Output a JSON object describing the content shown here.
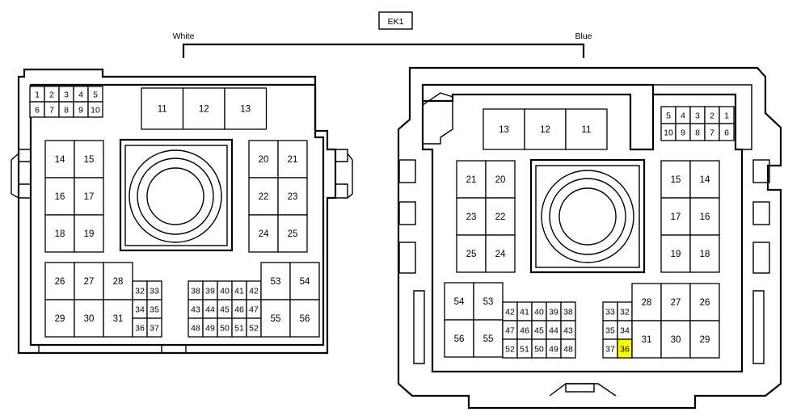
{
  "header": {
    "title": "EK1",
    "left_label": "White",
    "right_label": "Blue"
  },
  "colors": {
    "highlight": "#ffff00",
    "outline": "#000000",
    "background": "#ffffff"
  },
  "white_connector": {
    "top_small": [
      "1",
      "2",
      "3",
      "4",
      "5",
      "6",
      "7",
      "8",
      "9",
      "10"
    ],
    "top_large": [
      "11",
      "12",
      "13"
    ],
    "left_block": [
      "14",
      "15",
      "16",
      "17",
      "18",
      "19"
    ],
    "right_block": [
      "20",
      "21",
      "22",
      "23",
      "24",
      "25"
    ],
    "bottom_left_large": [
      "26",
      "27",
      "28",
      "29",
      "30",
      "31"
    ],
    "bottom_left_small": [
      "32",
      "33",
      "34",
      "35",
      "36",
      "37"
    ],
    "bottom_mid_small": [
      "38",
      "39",
      "40",
      "41",
      "42",
      "43",
      "44",
      "45",
      "46",
      "47",
      "48",
      "49",
      "50",
      "51",
      "52"
    ],
    "bottom_right_large": [
      "53",
      "54",
      "55",
      "56"
    ]
  },
  "blue_connector": {
    "top_large": [
      "13",
      "12",
      "11"
    ],
    "top_small": [
      "5",
      "4",
      "3",
      "2",
      "1",
      "10",
      "9",
      "8",
      "7",
      "6"
    ],
    "left_block": [
      "21",
      "20",
      "23",
      "22",
      "25",
      "24"
    ],
    "right_block": [
      "15",
      "14",
      "17",
      "16",
      "19",
      "18"
    ],
    "bottom_left_large": [
      "54",
      "53",
      "56",
      "55"
    ],
    "bottom_mid_small": [
      "42",
      "41",
      "40",
      "39",
      "38",
      "47",
      "46",
      "45",
      "44",
      "43",
      "52",
      "51",
      "50",
      "49",
      "48"
    ],
    "bottom_right_small": [
      "33",
      "32",
      "35",
      "34",
      "37",
      "36"
    ],
    "bottom_right_large": [
      "28",
      "27",
      "26",
      "31",
      "30",
      "29"
    ],
    "highlighted_pin": "36"
  }
}
